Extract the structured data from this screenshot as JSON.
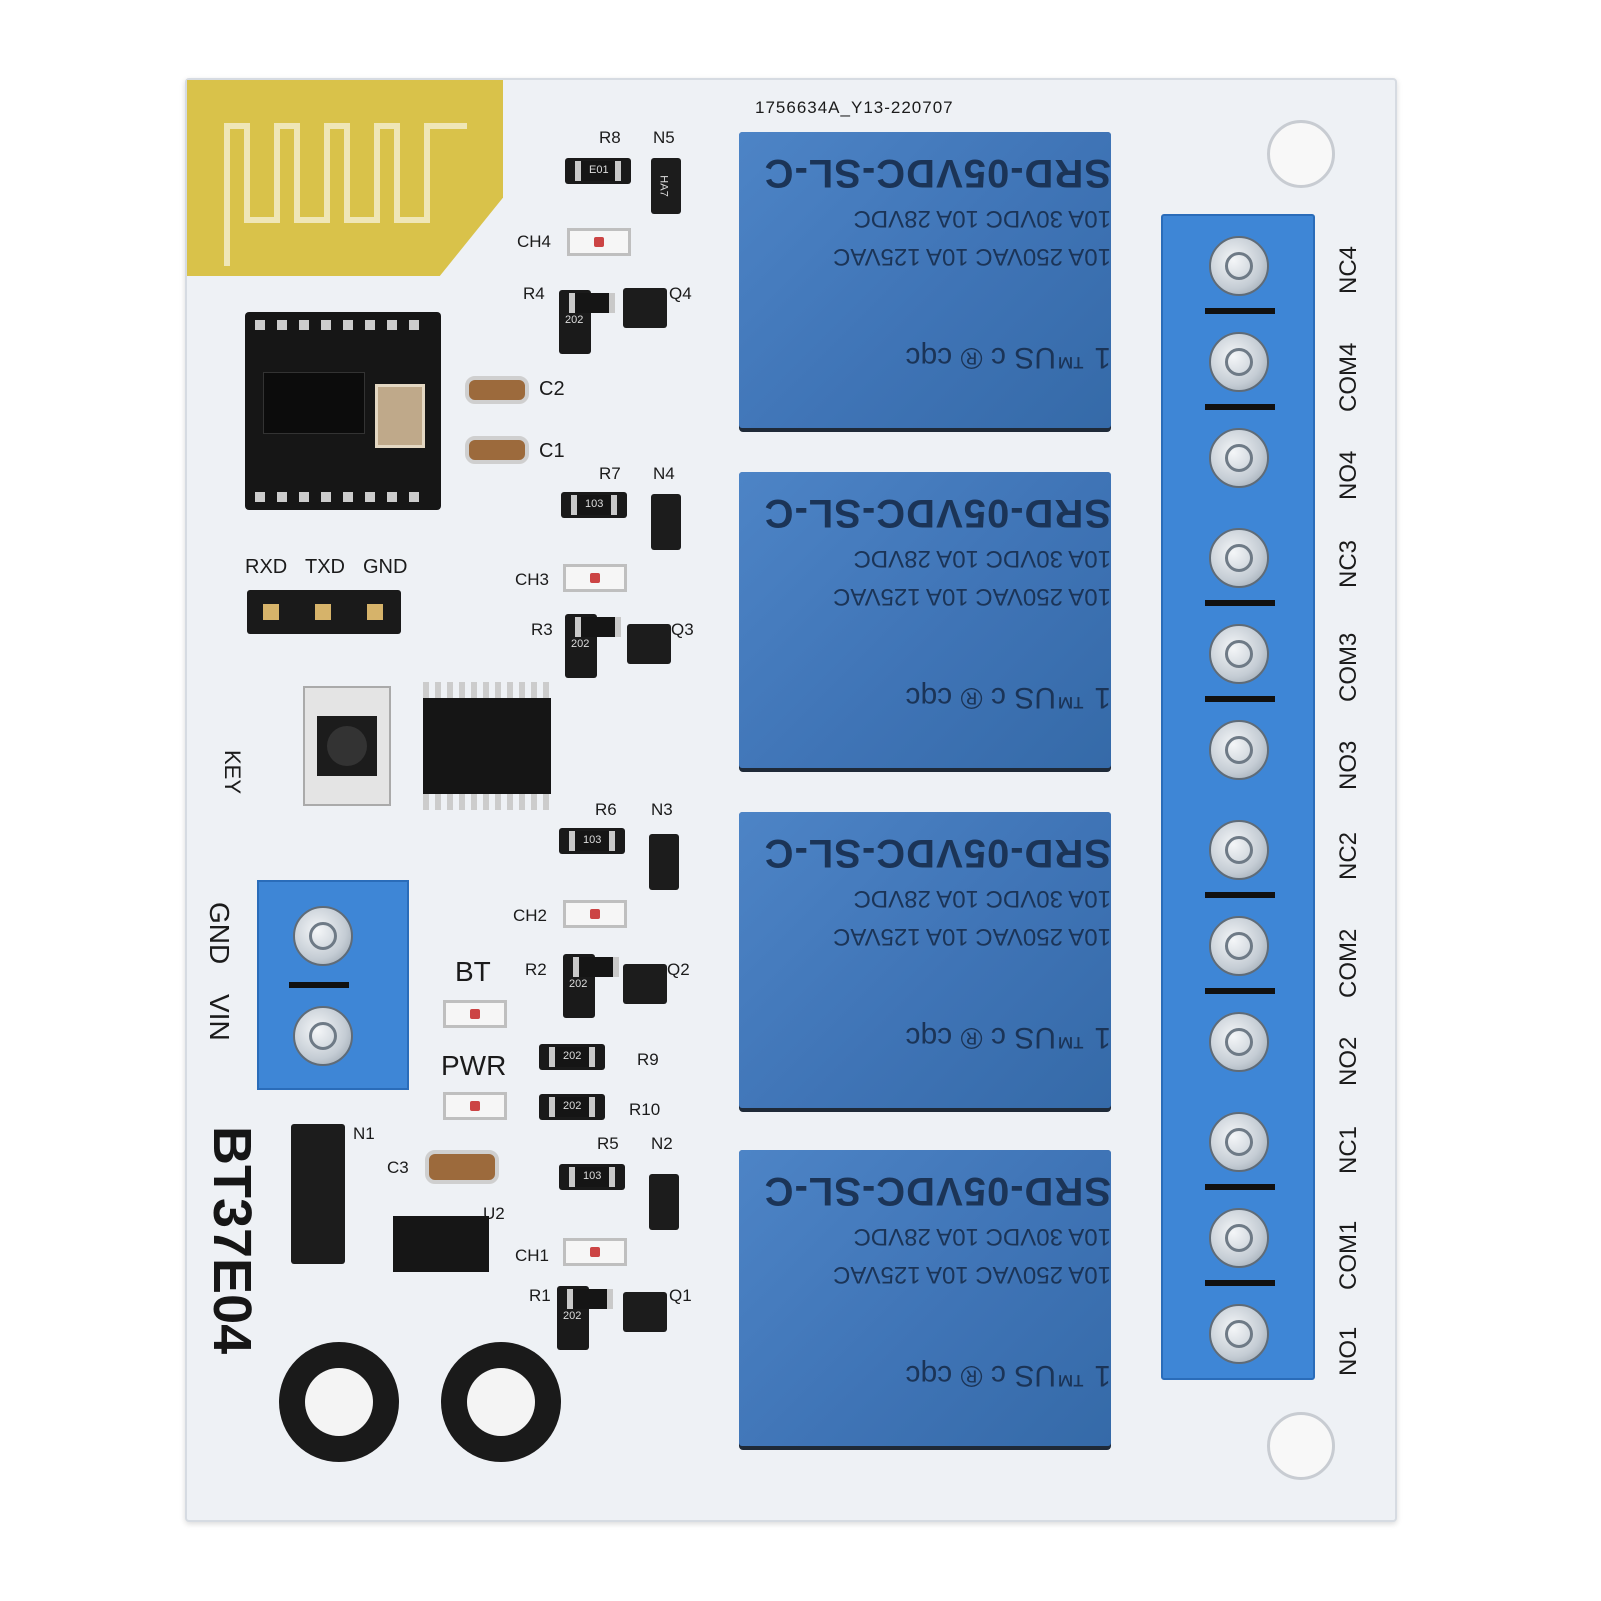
{
  "board": {
    "batch_code": "1756634A_Y13-220707",
    "model_name": "BT37E04",
    "colors": {
      "pcb": "#eef1f5",
      "relay": "#4a80c4",
      "terminal": "#3e86d6",
      "antenna": "#d9c24a"
    }
  },
  "header": {
    "labels": [
      "RXD",
      "TXD",
      "GND"
    ]
  },
  "button_label": "KEY",
  "power_terminal": {
    "labels": [
      "GND",
      "VIN"
    ]
  },
  "status_leds": {
    "bt": "BT",
    "pwr": "PWR"
  },
  "components": {
    "r8": "R8",
    "n5": "N5",
    "ch4": "CH4",
    "r4": "R4",
    "q4": "Q4",
    "c2": "C2",
    "c1": "C1",
    "r7": "R7",
    "n4": "N4",
    "ch3": "CH3",
    "r3": "R3",
    "q3": "Q3",
    "r6": "R6",
    "n3": "N3",
    "ch2": "CH2",
    "r2": "R2",
    "q2": "Q2",
    "r9": "R9",
    "r10": "R10",
    "n1": "N1",
    "c3": "C3",
    "u2": "U2",
    "r5": "R5",
    "n2": "N2",
    "ch1": "CH1",
    "r1": "R1",
    "q1": "Q1"
  },
  "smd_codes": {
    "r103": "103",
    "r202": "202",
    "e01": "E01",
    "ha7": "HA7"
  },
  "relays": [
    {
      "model": "SRD-05VDC-SL-C",
      "rating_line1": "10A 250VAC 10A 125VAC",
      "rating_line2": "10A 30VDC 10A 28VDC",
      "mark": "1 ™US c ® cqc"
    },
    {
      "model": "SRD-05VDC-SL-C",
      "rating_line1": "10A 250VAC 10A 125VAC",
      "rating_line2": "10A 30VDC 10A 28VDC",
      "mark": "1 ™US c ® cqc"
    },
    {
      "model": "SRD-05VDC-SL-C",
      "rating_line1": "10A 250VAC 10A 125VAC",
      "rating_line2": "10A 30VDC 10A 28VDC",
      "mark": "1 ™US c ® cqc"
    },
    {
      "model": "SRD-05VDC-SL-C",
      "rating_line1": "10A 250VAC 10A 125VAC",
      "rating_line2": "10A 30VDC 10A 28VDC",
      "mark": "1 ™US c ® cqc"
    }
  ],
  "output_terminals": [
    "NC4",
    "COM4",
    "NO4",
    "NC3",
    "COM3",
    "NO3",
    "NC2",
    "COM2",
    "NO2",
    "NC1",
    "COM1",
    "NO1"
  ]
}
